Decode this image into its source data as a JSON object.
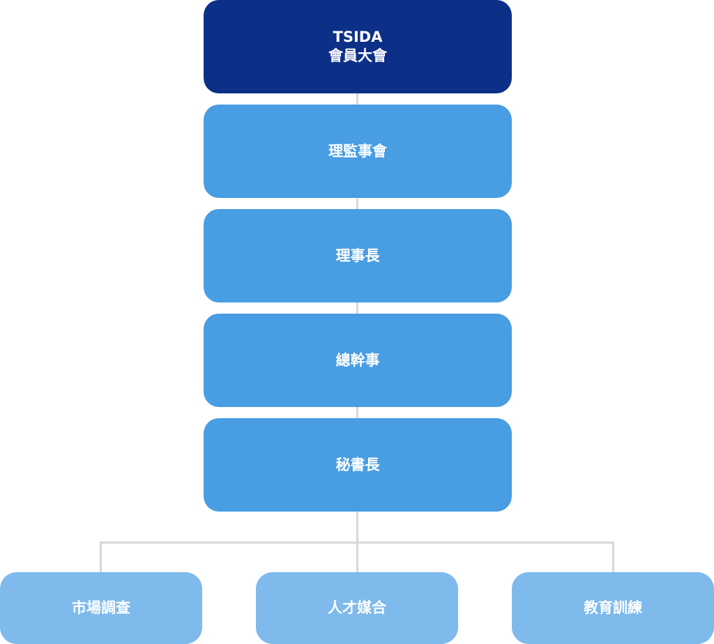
{
  "org_chart": {
    "top": {
      "line1": "TSIDA",
      "line2": "會員大會"
    },
    "levels": [
      "理監事會",
      "理事長",
      "總幹事",
      "秘書長"
    ],
    "departments": [
      "市場調查",
      "人才媒合",
      "教育訓練"
    ]
  },
  "colors": {
    "top_box": "#0c3087",
    "level_box": "#489de3",
    "department_box": "#7ebaeb",
    "connector": "#d8d8d8",
    "text": "#ffffff"
  }
}
